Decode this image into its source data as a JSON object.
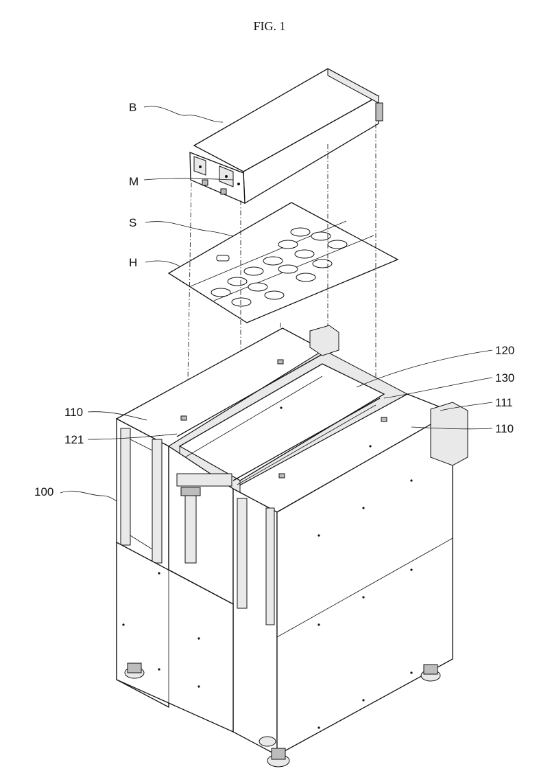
{
  "figure": {
    "title": "FIG. 1",
    "labels": {
      "battery": "B",
      "module": "M",
      "sheet": "S",
      "hole": "H",
      "plate_right": "120",
      "part_130": "130",
      "part_111": "111",
      "top_left": "110",
      "top_right": "110",
      "part_121": "121",
      "frame": "100"
    }
  }
}
